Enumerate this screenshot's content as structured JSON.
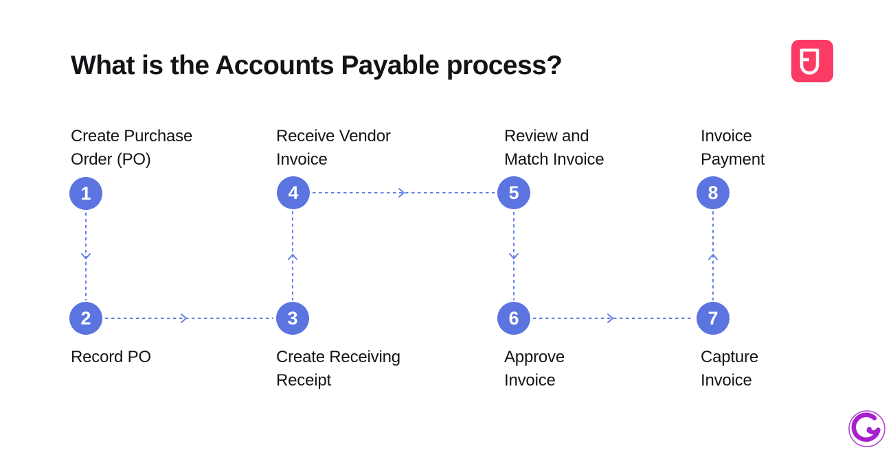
{
  "title": "What is the Accounts Payable process?",
  "steps": [
    {
      "number": "1",
      "label": "Create Purchase\nOrder (PO)",
      "label_position": "above",
      "column": 1,
      "row": "top"
    },
    {
      "number": "2",
      "label": "Record PO",
      "label_position": "below",
      "column": 1,
      "row": "bottom"
    },
    {
      "number": "3",
      "label": "Create Receiving\nReceipt",
      "label_position": "below",
      "column": 2,
      "row": "bottom"
    },
    {
      "number": "4",
      "label": "Receive Vendor\nInvoice",
      "label_position": "above",
      "column": 2,
      "row": "top"
    },
    {
      "number": "5",
      "label": "Review and\nMatch Invoice",
      "label_position": "above",
      "column": 3,
      "row": "top"
    },
    {
      "number": "6",
      "label": "Approve\nInvoice",
      "label_position": "below",
      "column": 3,
      "row": "bottom"
    },
    {
      "number": "7",
      "label": "Capture\nInvoice",
      "label_position": "below",
      "column": 4,
      "row": "bottom"
    },
    {
      "number": "8",
      "label": "Invoice\nPayment",
      "label_position": "above",
      "column": 4,
      "row": "top"
    }
  ],
  "connections": [
    {
      "from": "1",
      "to": "2",
      "direction": "down"
    },
    {
      "from": "2",
      "to": "3",
      "direction": "right"
    },
    {
      "from": "3",
      "to": "4",
      "direction": "up"
    },
    {
      "from": "4",
      "to": "5",
      "direction": "right"
    },
    {
      "from": "5",
      "to": "6",
      "direction": "down"
    },
    {
      "from": "6",
      "to": "7",
      "direction": "right"
    },
    {
      "from": "7",
      "to": "8",
      "direction": "up"
    }
  ],
  "branding": {
    "top_right_logo": "FJ",
    "bottom_right_logo": "G"
  },
  "icons": {
    "top_right": "fj-logo-icon",
    "bottom_right": "g-monogram-icon"
  },
  "colors": {
    "background": "#ffffff",
    "ink": "#141418",
    "circle": "#5B74E0",
    "connector": "#6580E8",
    "brand_pink": "#FB3B64",
    "brand_purple": "#A620CE"
  }
}
